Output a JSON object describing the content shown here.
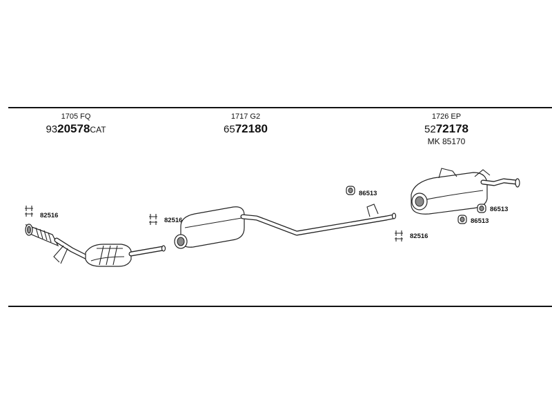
{
  "groups": [
    {
      "code": "1705 FQ",
      "number_prefix": "93",
      "number_main": "20578",
      "number_suffix": "CAT"
    },
    {
      "code": "1717 G2",
      "number_prefix": "65",
      "number_main": "72180",
      "number_suffix": ""
    },
    {
      "code": "1726 EP",
      "number_prefix": "52",
      "number_main": "72178",
      "number_suffix": "",
      "extra": "MK 85170"
    }
  ],
  "parts": {
    "clamp_82516_a": "82516",
    "clamp_82516_b": "82516",
    "clamp_82516_c": "82516",
    "hanger_86513_a": "86513",
    "hanger_86513_b": "86513",
    "hanger_86513_c": "86513"
  }
}
